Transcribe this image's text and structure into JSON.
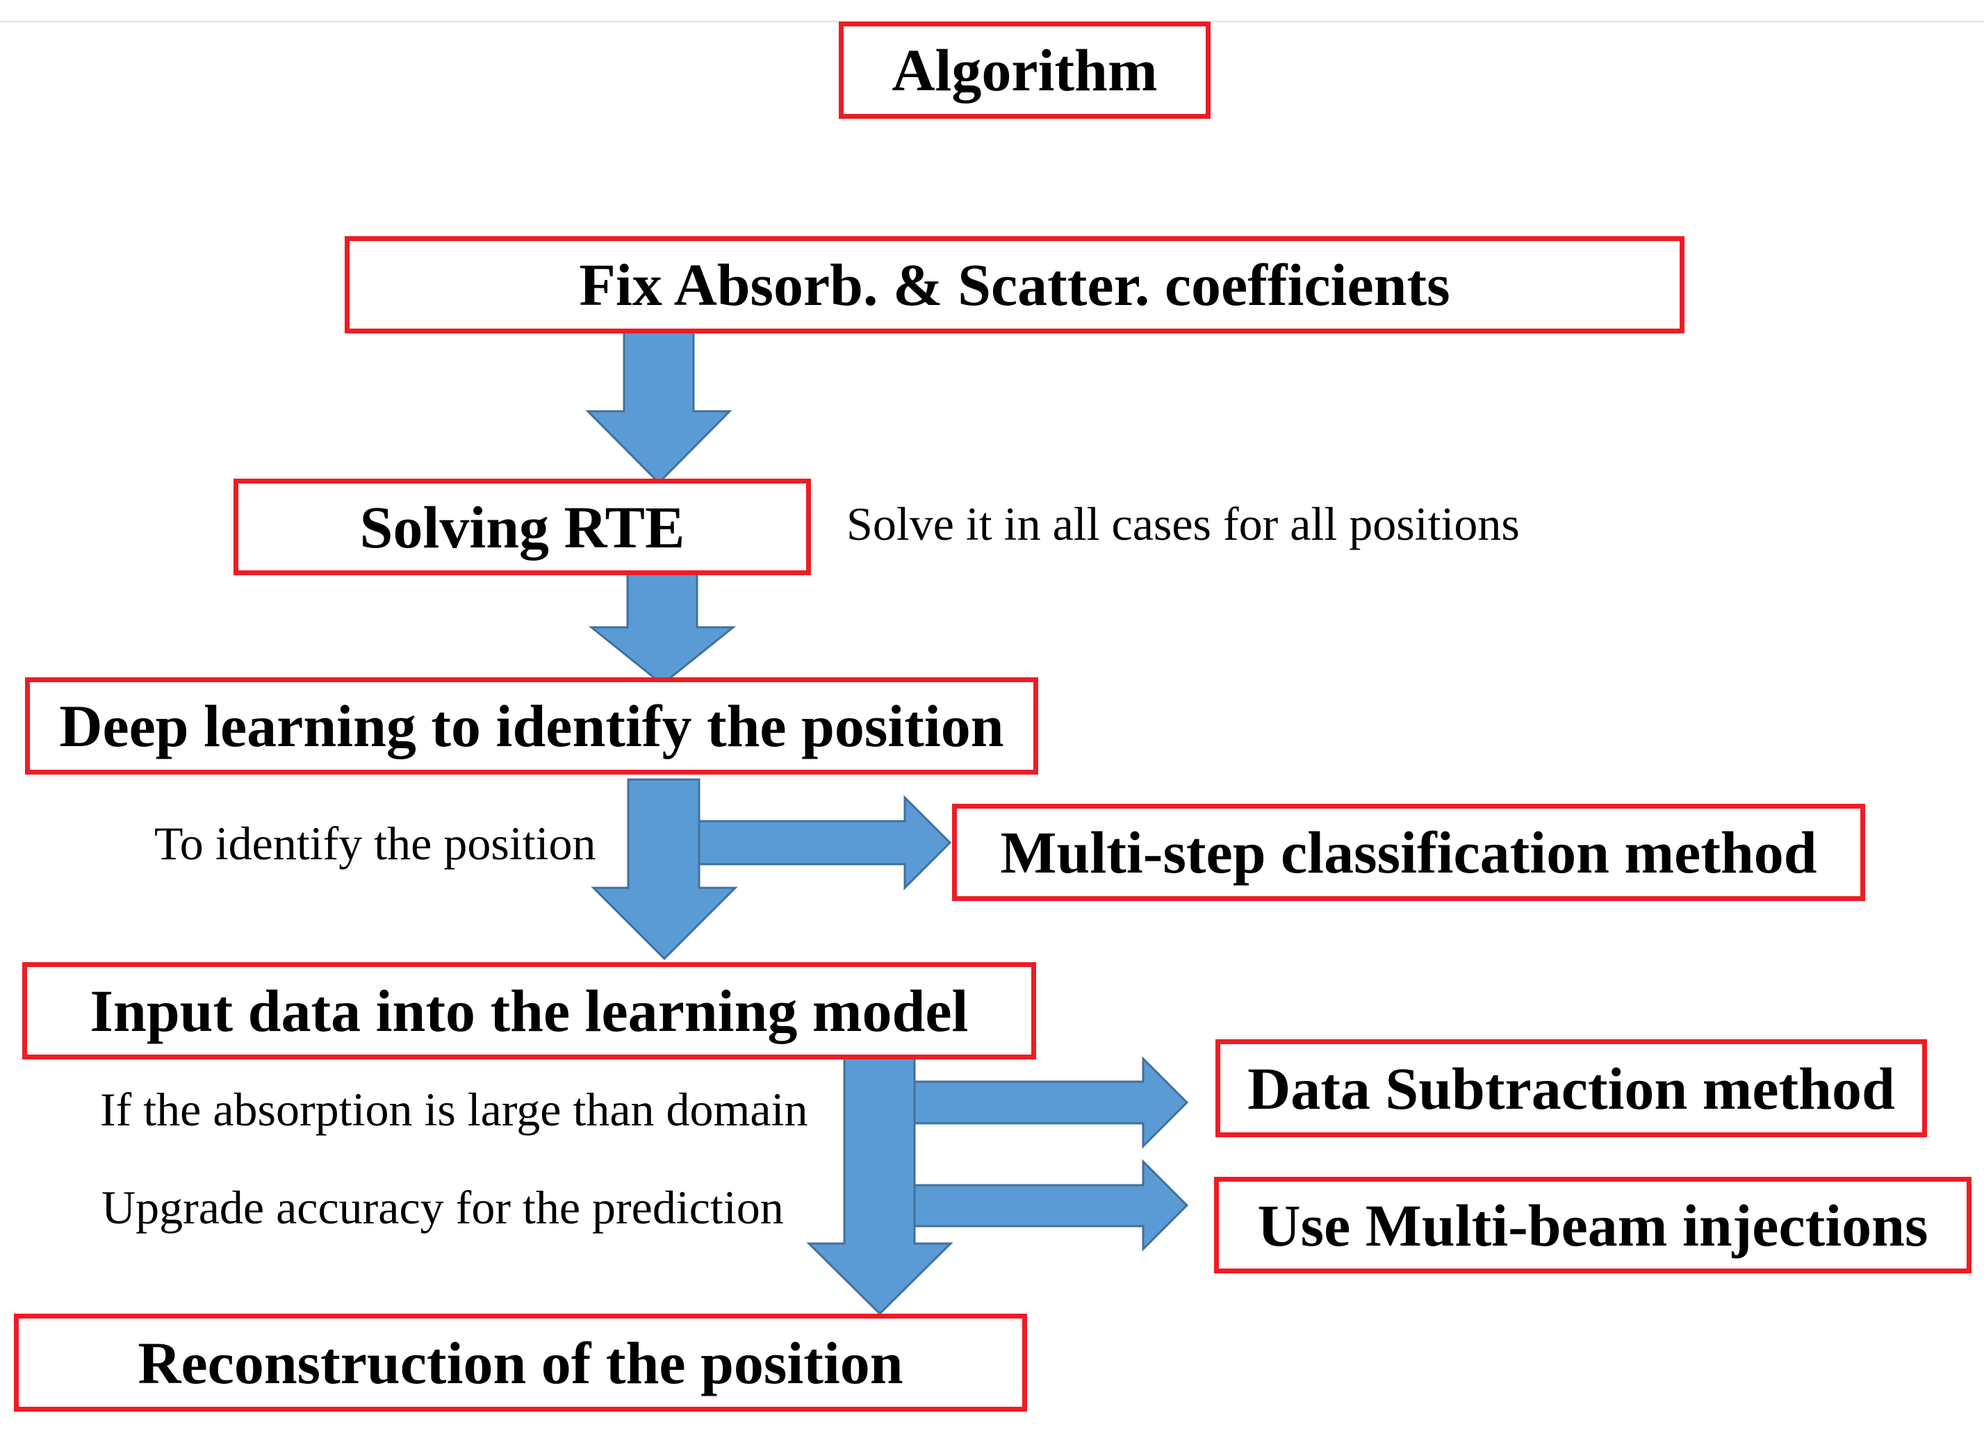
{
  "diagram": {
    "title": "Algorithm",
    "steps": {
      "fix_coefficients": "Fix Absorb. & Scatter. coefficients",
      "solving_rte": "Solving RTE",
      "deep_learning": "Deep learning to identify the position",
      "input_data": "Input data into the learning model",
      "reconstruction": "Reconstruction of the position"
    },
    "side_methods": {
      "multi_step": "Multi-step classification method",
      "data_subtraction": "Data Subtraction method",
      "multi_beam": "Use Multi-beam injections"
    },
    "notes": {
      "solve_all": "Solve it in all cases for all positions",
      "to_identify": "To identify the position",
      "absorption_large": "If the absorption is large than domain",
      "upgrade_accuracy": "Upgrade accuracy for the prediction"
    },
    "colors": {
      "box_border": "#ee1c25",
      "arrow_fill": "#5b9bd5",
      "arrow_stroke": "#41719c",
      "text": "#000000"
    }
  }
}
